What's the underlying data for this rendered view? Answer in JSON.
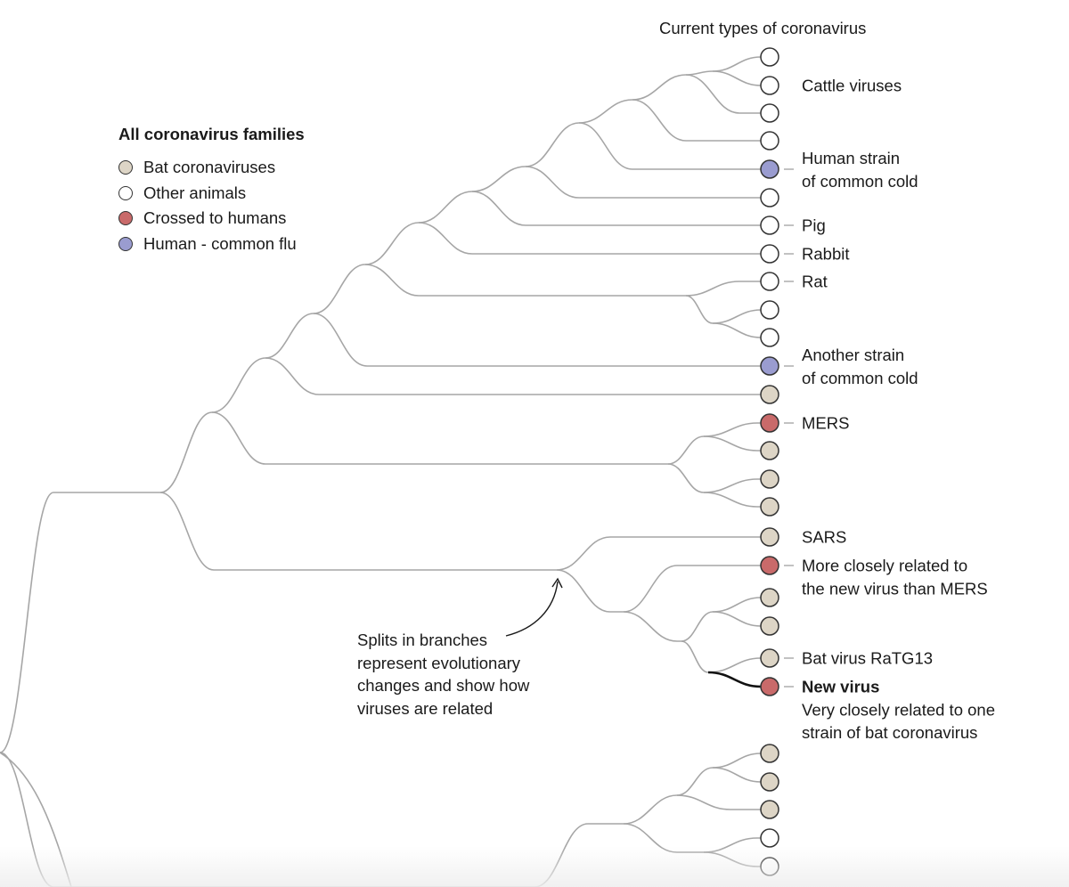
{
  "heading": "Current types of coronavirus",
  "legend": {
    "title": "All coronavirus families",
    "items": [
      {
        "label": "Bat coronaviruses",
        "color": "#ddd5c6"
      },
      {
        "label": "Other animals",
        "color": "#ffffff"
      },
      {
        "label": "Crossed to humans",
        "color": "#c96a6a"
      },
      {
        "label": "Human - common flu",
        "color": "#9a9cd0"
      }
    ]
  },
  "colors": {
    "bat": "#ddd5c6",
    "animal": "#ffffff",
    "crossed": "#c96a6a",
    "human": "#9a9cd0",
    "branch": "#a6a6a6",
    "highlight": "#111111"
  },
  "leaves": [
    {
      "category": "animal"
    },
    {
      "category": "animal",
      "labels": [
        "Cattle viruses"
      ]
    },
    {
      "category": "animal"
    },
    {
      "category": "animal"
    },
    {
      "category": "human",
      "labels": [
        "Human strain",
        "of common cold"
      ]
    },
    {
      "category": "animal"
    },
    {
      "category": "animal",
      "labels": [
        "Pig"
      ]
    },
    {
      "category": "animal",
      "labels": [
        "Rabbit"
      ]
    },
    {
      "category": "animal",
      "labels": [
        "Rat"
      ]
    },
    {
      "category": "animal"
    },
    {
      "category": "animal"
    },
    {
      "category": "human",
      "labels": [
        "Another strain",
        "of common cold"
      ]
    },
    {
      "category": "bat"
    },
    {
      "category": "crossed",
      "labels": [
        "MERS"
      ]
    },
    {
      "category": "bat"
    },
    {
      "category": "bat"
    },
    {
      "category": "bat"
    },
    {
      "category": "bat",
      "labels": [
        "SARS"
      ]
    },
    {
      "category": "crossed",
      "labels": [
        "More closely related to",
        "the new virus than MERS"
      ]
    },
    {
      "category": "bat"
    },
    {
      "category": "bat"
    },
    {
      "category": "bat",
      "labels": [
        "Bat virus RaTG13"
      ]
    },
    {
      "category": "crossed",
      "labels": [
        "New virus",
        "Very closely related to one",
        "strain of bat coronavirus"
      ],
      "highlight": true
    },
    {
      "category": "bat"
    },
    {
      "category": "bat"
    },
    {
      "category": "bat"
    },
    {
      "category": "animal"
    },
    {
      "category": "animal"
    }
  ],
  "annotation": {
    "lines": [
      "Splits in branches",
      "represent evolutionary",
      "changes and show how",
      "viruses are related"
    ]
  }
}
